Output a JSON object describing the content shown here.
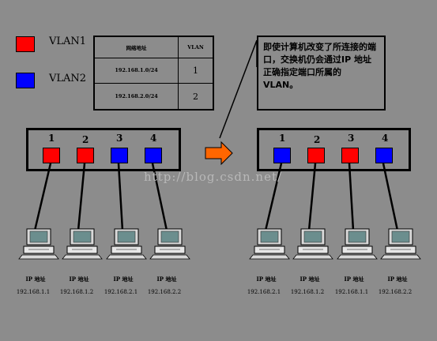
{
  "legend": [
    {
      "label": "VLAN1",
      "color": "#ff0000"
    },
    {
      "label": "VLAN2",
      "color": "#0000ff"
    }
  ],
  "table": {
    "headers": [
      "网络地址",
      "VLAN"
    ],
    "rows": [
      {
        "network": "192.168.1.0/24",
        "vlan": "1"
      },
      {
        "network": "192.168.2.0/24",
        "vlan": "2"
      }
    ]
  },
  "note": "即使计算机改变了所连接的端口，交换机仍会通过IP 地址正确指定端口所属的 VLAN。",
  "left_switch": {
    "ports": [
      {
        "number": "1",
        "color": "#ff0000"
      },
      {
        "number": "2",
        "color": "#ff0000"
      },
      {
        "number": "3",
        "color": "#0000ff"
      },
      {
        "number": "4",
        "color": "#0000ff"
      }
    ],
    "pcs": [
      {
        "label": "IP 地址",
        "ip": "192.168.1.1"
      },
      {
        "label": "IP 地址",
        "ip": "192.168.1.2"
      },
      {
        "label": "IP 地址",
        "ip": "192.168.2.1"
      },
      {
        "label": "IP 地址",
        "ip": "192.168.2.2"
      }
    ]
  },
  "right_switch": {
    "ports": [
      {
        "number": "1",
        "color": "#0000ff"
      },
      {
        "number": "2",
        "color": "#ff0000"
      },
      {
        "number": "3",
        "color": "#ff0000"
      },
      {
        "number": "4",
        "color": "#0000ff"
      }
    ],
    "pcs": [
      {
        "label": "IP 地址",
        "ip": "192.168.2.1"
      },
      {
        "label": "IP 地址",
        "ip": "192.168.1.2"
      },
      {
        "label": "IP 地址",
        "ip": "192.168.1.1"
      },
      {
        "label": "IP 地址",
        "ip": "192.168.2.2"
      }
    ]
  },
  "arrow_color": "#ff6600",
  "watermark": "http://blog.csdn.net/"
}
